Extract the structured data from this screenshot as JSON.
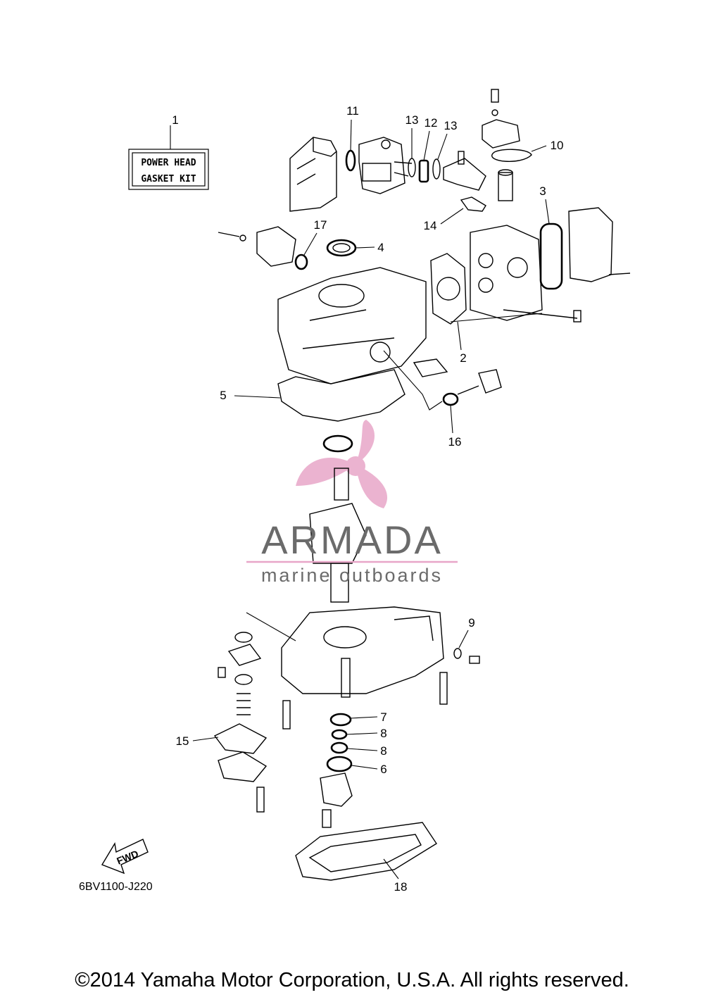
{
  "kit_label": {
    "line1": "POWER HEAD",
    "line2": "GASKET KIT"
  },
  "callouts": [
    "1",
    "2",
    "3",
    "4",
    "5",
    "6",
    "7",
    "8",
    "8",
    "9",
    "10",
    "11",
    "12",
    "13",
    "13",
    "14",
    "15",
    "16",
    "17",
    "18"
  ],
  "fwd_label": "FWD",
  "diagram_code": "6BV1100-J220",
  "watermark": {
    "brand": "ARMADA",
    "tagline": "marine outboards",
    "accent_color": "#e8a6c8",
    "text_color": "#6b6b6b"
  },
  "copyright": "©2014 Yamaha Motor Corporation, U.S.A. All rights reserved."
}
